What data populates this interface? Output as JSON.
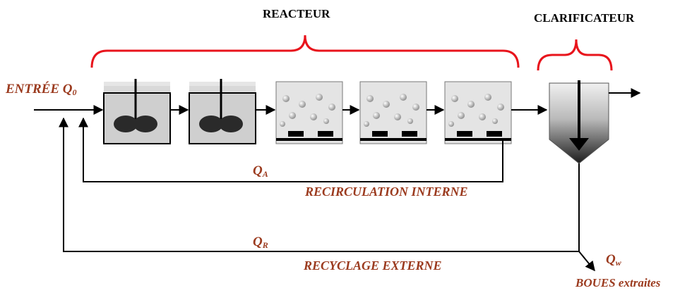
{
  "labels": {
    "reacteur": "REACTEUR",
    "clarificateur": "CLARIFICATEUR",
    "entree": "ENTRÉE Q",
    "entree_sub": "0",
    "qa": "Q",
    "qa_sub": "A",
    "recirculation": "RECIRCULATION INTERNE",
    "qr": "Q",
    "qr_sub": "R",
    "recyclage": "RECYCLAGE EXTERNE",
    "qw": "Q",
    "qw_sub": "w",
    "boues": "BOUES extraites"
  },
  "colors": {
    "accent": "#9b3a1e",
    "bracket": "#e8141c",
    "line": "#000000"
  }
}
